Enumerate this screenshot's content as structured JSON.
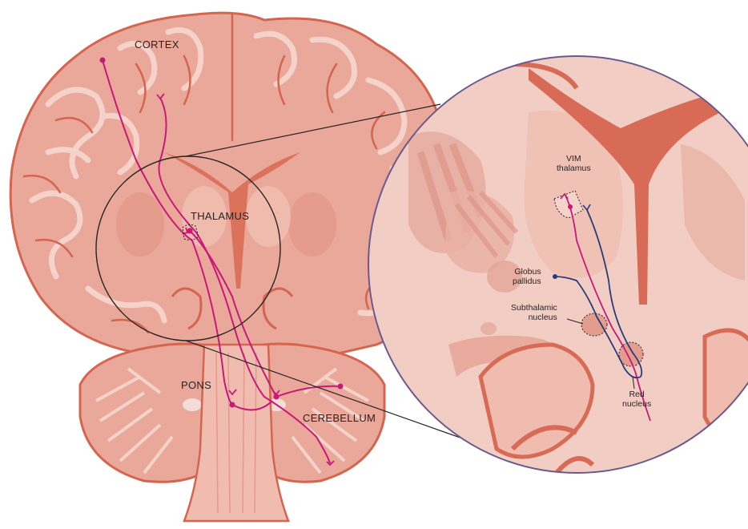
{
  "labels": {
    "cortex": "CORTEX",
    "thalamus": "THALAMUS",
    "pons": "PONS",
    "cerebellum": "CEREBELLUM",
    "vim_thalamus": [
      "VIM",
      "thalamus"
    ],
    "globus_pallidus": [
      "Globus",
      "pallidus"
    ],
    "subthalamic_nucleus": [
      "Subthalamic",
      "nucleus"
    ],
    "red_nucleus": [
      "Red",
      "nucleus"
    ]
  },
  "colors": {
    "tissue_light": "#f2c7bb",
    "tissue_mid": "#e9a89a",
    "tissue_dark": "#d86b55",
    "outline": "#d4654f",
    "pathway_magenta": "#c8197a",
    "pathway_navy": "#2b3a7a",
    "circle_border": "#6b5a8e",
    "text": "#2a2323"
  }
}
